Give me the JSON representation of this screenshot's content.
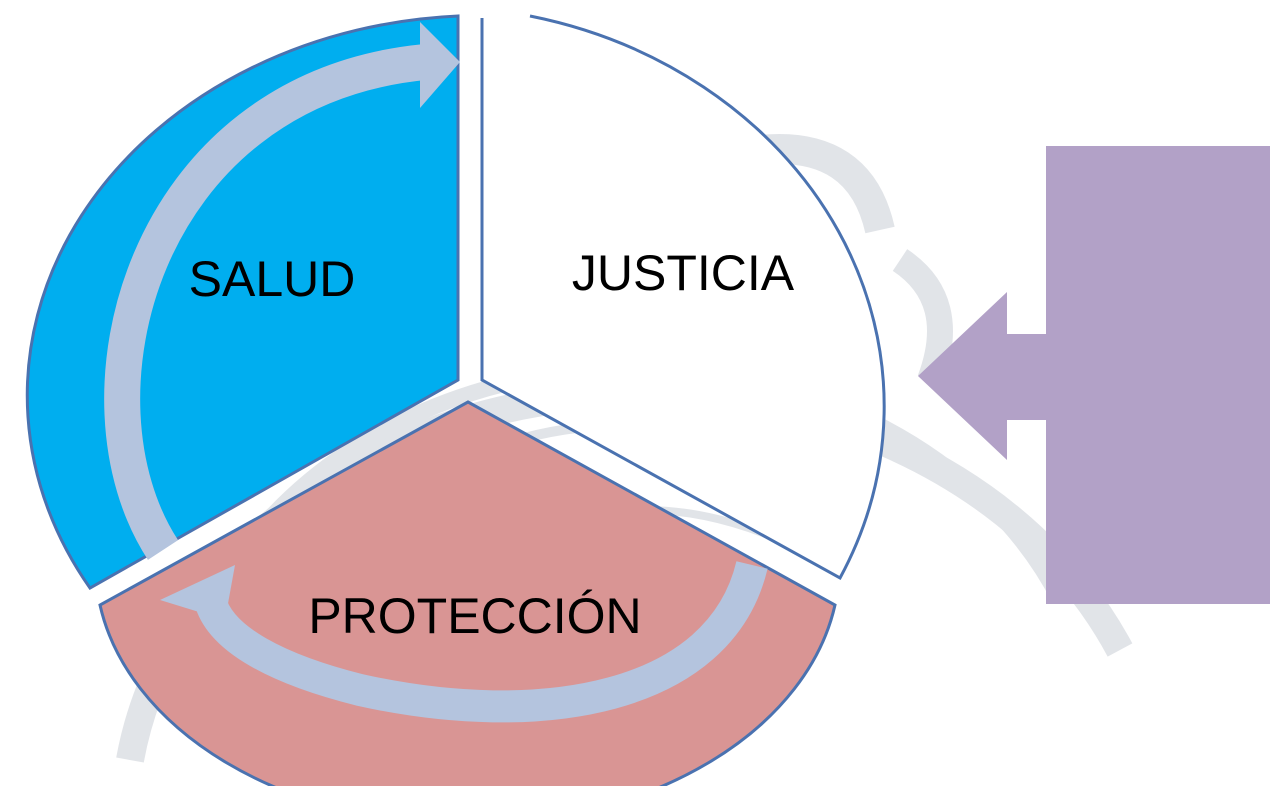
{
  "diagram": {
    "segments": [
      {
        "id": "salud",
        "label": "SALUD",
        "fill": "#00aeef"
      },
      {
        "id": "justicia",
        "label": "JUSTICIA",
        "fill": "#ffffff"
      },
      {
        "id": "proteccion",
        "label": "PROTECCIÓN",
        "fill": "#d99594"
      }
    ],
    "colors": {
      "outline": "#4a72b0",
      "cycle_arrow": "#b4c4de",
      "side_arrow": "#b2a1c7",
      "watermark": "#c8cdd4"
    },
    "icons": {
      "cycle_arrow": "curved-cycle-arrow-icon",
      "side_arrow": "left-arrow-callout-icon",
      "watermark": "watermark-logo"
    }
  }
}
